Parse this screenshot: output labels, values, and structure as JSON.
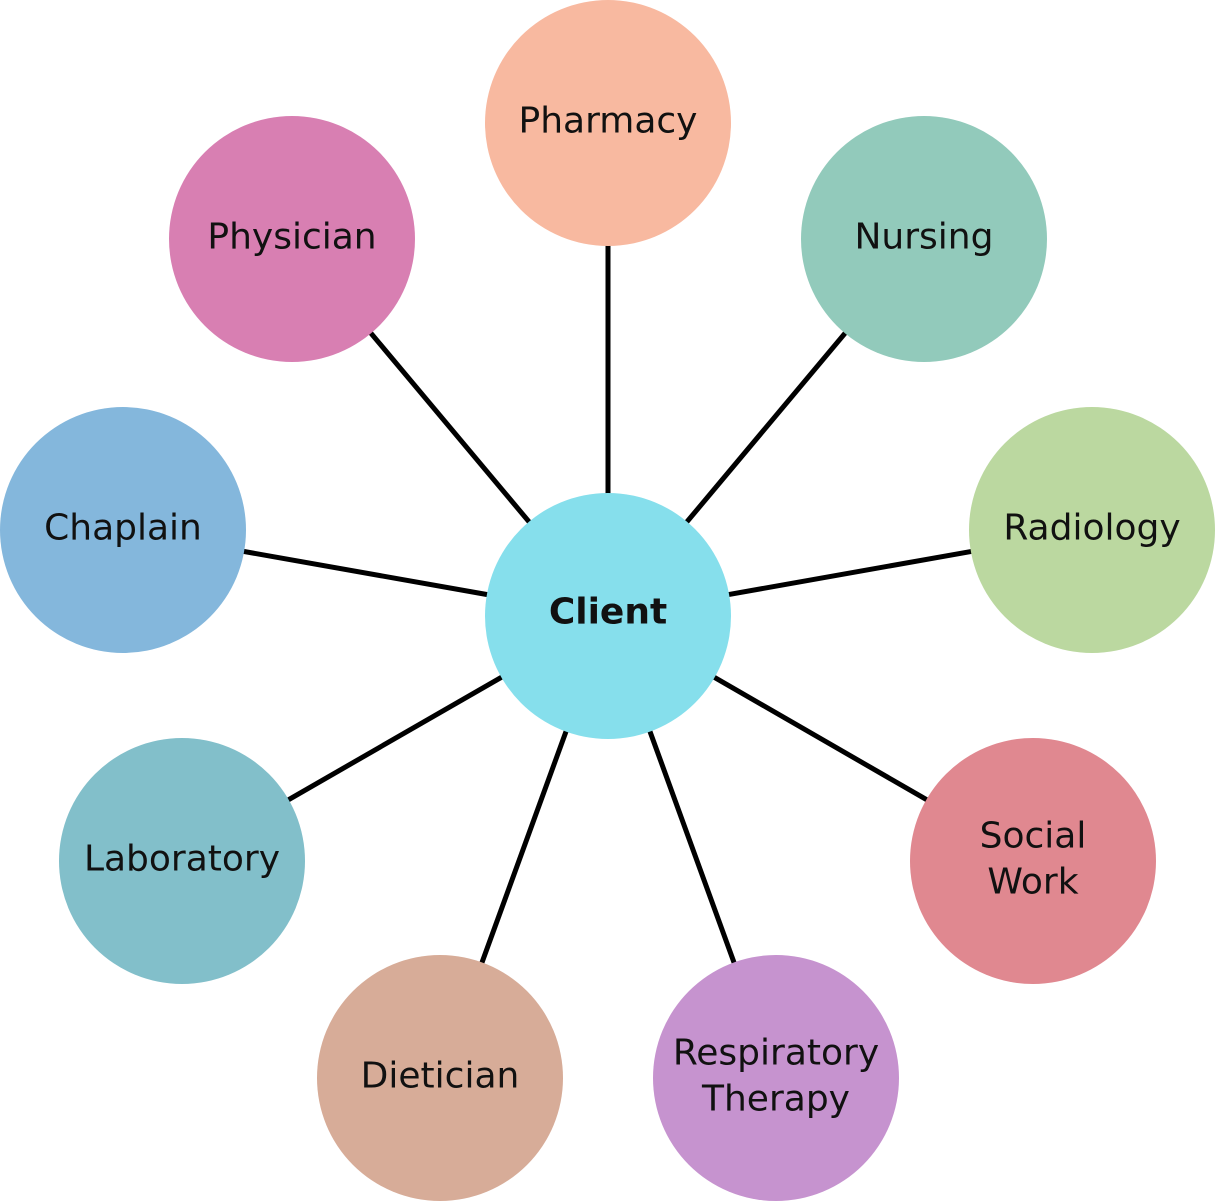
{
  "center": {
    "label": "Client",
    "color": "#86dfec"
  },
  "nodes": [
    {
      "id": "pharmacy",
      "lines": [
        "Pharmacy"
      ],
      "color": "#f8b9a0"
    },
    {
      "id": "nursing",
      "lines": [
        "Nursing"
      ],
      "color": "#92cabb"
    },
    {
      "id": "radiology",
      "lines": [
        "Radiology"
      ],
      "color": "#bbd8a0"
    },
    {
      "id": "social-work",
      "lines": [
        "Social",
        "Work"
      ],
      "color": "#e08890"
    },
    {
      "id": "respiratory-therapy",
      "lines": [
        "Respiratory",
        "Therapy"
      ],
      "color": "#c693cf"
    },
    {
      "id": "dietician",
      "lines": [
        "Dietician"
      ],
      "color": "#d7ac98"
    },
    {
      "id": "laboratory",
      "lines": [
        "Laboratory"
      ],
      "color": "#82bfca"
    },
    {
      "id": "chaplain",
      "lines": [
        "Chaplain"
      ],
      "color": "#84b7dc"
    },
    {
      "id": "physician",
      "lines": [
        "Physician"
      ],
      "color": "#d87fb2"
    }
  ]
}
